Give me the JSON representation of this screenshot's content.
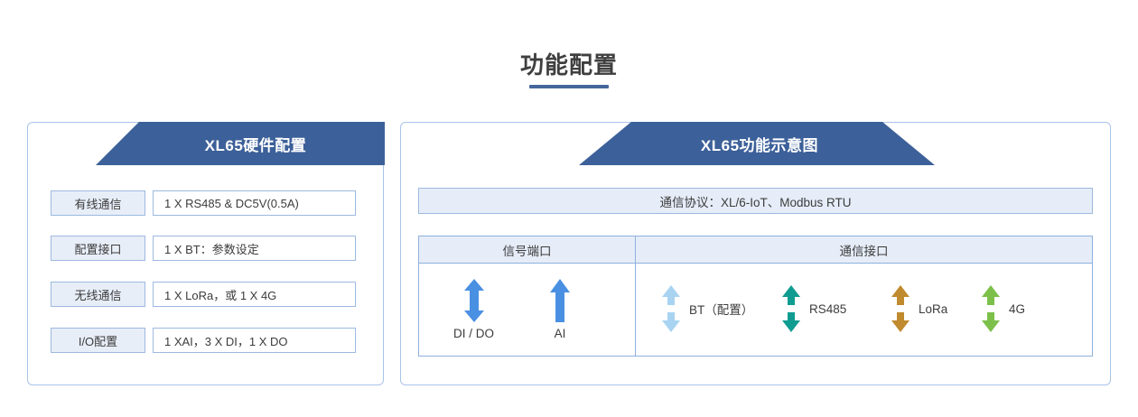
{
  "page": {
    "title": "功能配置"
  },
  "left_panel": {
    "banner_title": "XL65硬件配置",
    "rows": [
      {
        "label": "有线通信",
        "value": "1 X RS485 & DC5V(0.5A)"
      },
      {
        "label": "配置接口",
        "value": "1 X BT：参数设定"
      },
      {
        "label": "无线通信",
        "value": "1 X LoRa，或 1 X 4G"
      },
      {
        "label": "I/O配置",
        "value": "1 XAI，3 X DI，1 X DO"
      }
    ]
  },
  "right_panel": {
    "banner_title": "XL65功能示意图",
    "protocol": "通信协议：XL/6-IoT、Modbus RTU",
    "table": {
      "headers": [
        "信号端口",
        "通信接口"
      ],
      "signal_ports": [
        {
          "label": "DI / DO",
          "icon": "double-arrow-up-down-icon",
          "color": "#4a90e2",
          "style": "joined"
        },
        {
          "label": "AI",
          "icon": "arrow-up-icon",
          "color": "#4a90e2",
          "style": "up-only"
        }
      ],
      "comm_ports": [
        {
          "label": "BT（配置）",
          "icon": "double-arrow-up-down-icon",
          "color": "#a8d4f2",
          "style": "split"
        },
        {
          "label": "RS485",
          "icon": "double-arrow-up-down-icon",
          "color": "#109c91",
          "style": "split"
        },
        {
          "label": "LoRa",
          "icon": "double-arrow-up-down-icon",
          "color": "#c08a2e",
          "style": "split"
        },
        {
          "label": "4G",
          "icon": "double-arrow-up-down-icon",
          "color": "#7cc04a",
          "style": "split"
        }
      ]
    }
  },
  "colors": {
    "banner_blue": "#3c6099",
    "panel_border": "#a9c4e8",
    "cell_border": "#9db9e0",
    "label_fill": "#e8eef8",
    "underline": "#44669b"
  }
}
